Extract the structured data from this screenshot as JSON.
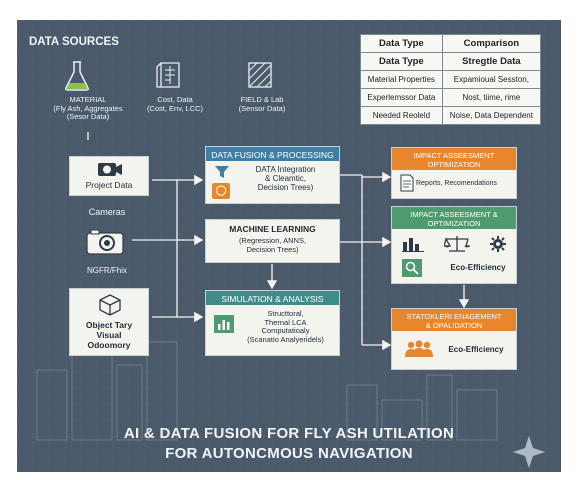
{
  "data_sources": {
    "heading": "DATA SOURCES",
    "material": "MATERIAL\n(Fly Ash, Aggregates\n(Sesor Data)",
    "cost": "Cost, Data\n(Cost, Env, LCC)",
    "field": "FIELD & Lab\n(Sensor Data)"
  },
  "comparison_table": {
    "headers": [
      [
        "Data Type",
        "Comparison"
      ],
      [
        "Data Type",
        "Stregtle Data"
      ]
    ],
    "rows": [
      [
        "Material Properties",
        "Expamioual Sesston,"
      ],
      [
        "Experlemssor Data",
        "Nost, tiime, rime"
      ],
      [
        "Needed Reoleld",
        "Noise, Data Dependent"
      ]
    ]
  },
  "left_column": {
    "project_data": "Project Data",
    "cameras": "Cameras",
    "ngfr_label": "NGFR/Fhix",
    "object_box": "Object Tary\nVisual\nOdoomory"
  },
  "fusion_box": {
    "header": "DATA FUSION & PROCESSING",
    "body": "DATA Integration\n& Cleamtic,\nDecision Trees)"
  },
  "ml_box": {
    "header": "MACHINE LEARNING",
    "body": "(Regression, ANNS,\nDecision Trees)"
  },
  "sim_box": {
    "header": "SIMULATION & ANALYSIS",
    "body": "Structtoral,\nThernal LCA\nComputatioaly\n(Scanatio Analyeridels)"
  },
  "impact_top": {
    "header": "IMPACT ASSEESMENT\nOPTIMIZATION",
    "body": "Reports, Recomendations"
  },
  "impact_mid": {
    "header": "IMPACT ASSEESMENT &\nOPTIMIZATION",
    "body": "Eco-Efficiency"
  },
  "stakeholder": {
    "header": "STATOKLERI ENAGEMENT\n& OPALIDATION",
    "body": "Eco-Efficiency"
  },
  "title": {
    "line1": "AI & DATA FUSION FOR FLY ASH UTILATION",
    "line2": "FOR AUTONCMOUS NAVIGATION"
  },
  "colors": {
    "background": "#4b5a6b",
    "blue_header": "#3d7fa5",
    "orange_header": "#e8862e",
    "green_header": "#4f9a6e",
    "teal_header": "#3f8d8a",
    "arrow": "#f4f4f4"
  }
}
